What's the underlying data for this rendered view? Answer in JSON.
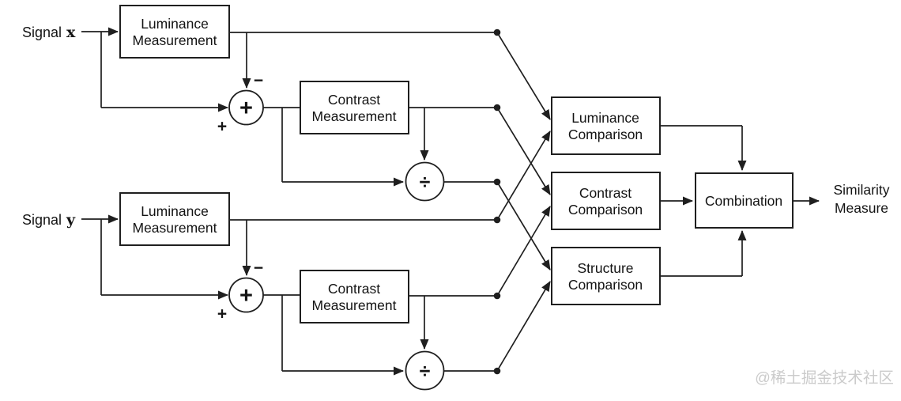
{
  "signals": {
    "x": {
      "label": "Signal",
      "symbol": "x"
    },
    "y": {
      "label": "Signal",
      "symbol": "y"
    }
  },
  "blocks": {
    "luminance_measurement_x": {
      "line1": "Luminance",
      "line2": "Measurement"
    },
    "contrast_measurement_x": {
      "line1": "Contrast",
      "line2": "Measurement"
    },
    "luminance_measurement_y": {
      "line1": "Luminance",
      "line2": "Measurement"
    },
    "contrast_measurement_y": {
      "line1": "Contrast",
      "line2": "Measurement"
    },
    "luminance_comparison": {
      "line1": "Luminance",
      "line2": "Comparison"
    },
    "contrast_comparison": {
      "line1": "Contrast",
      "line2": "Comparison"
    },
    "structure_comparison": {
      "line1": "Structure",
      "line2": "Comparison"
    },
    "combination": {
      "label": "Combination"
    }
  },
  "operators": {
    "adder_symbol": "+",
    "divider_symbol": "÷",
    "minus_input": "−",
    "plus_input": "+"
  },
  "output": {
    "line1": "Similarity",
    "line2": "Measure"
  },
  "watermark": "@稀土掘金技术社区",
  "colors": {
    "background": "#ffffff",
    "line": "#1f1f1f",
    "box_fill": "#ffffff",
    "text": "#141414",
    "watermark": "#cbcbcb"
  }
}
